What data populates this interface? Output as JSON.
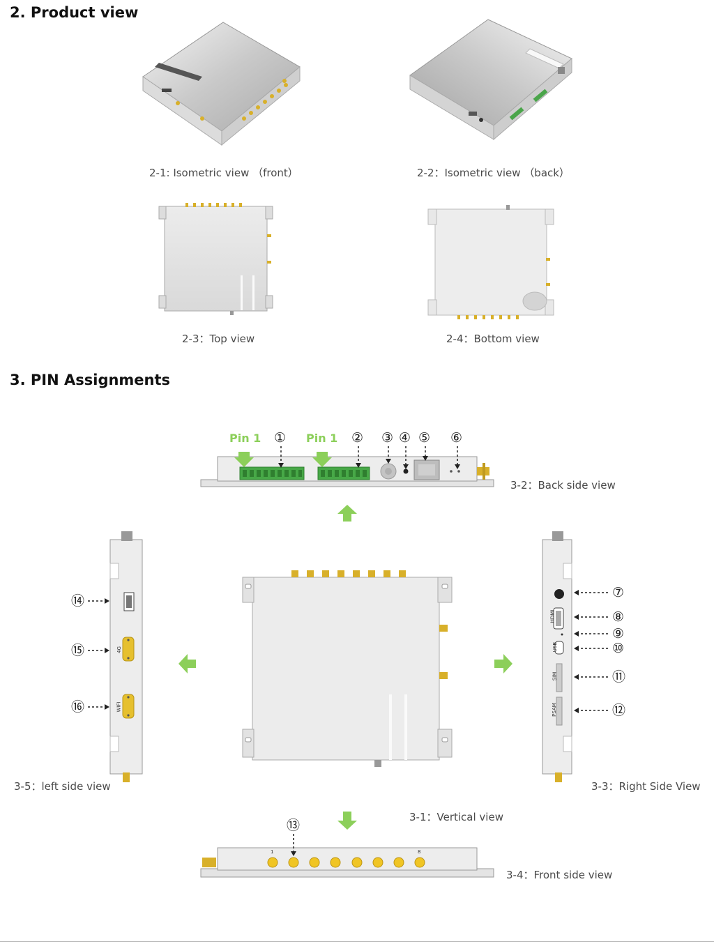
{
  "sections": {
    "product_view": {
      "title": "2. Product view"
    },
    "pin_assignments": {
      "title": "3. PIN Assignments"
    }
  },
  "product_captions": {
    "iso_front": "2-1:  Isometric view  （front）",
    "iso_back": "2-2：Isometric view  （back）",
    "top": "2-3：Top view",
    "bottom": "2-4：Bottom view"
  },
  "pin_captions": {
    "back_side": "3-2：Back side view",
    "left_side": "3-5：left side view",
    "right_side": "3-3：Right Side View",
    "vertical": "3-1：Vertical view",
    "front_side": "3-4：Front side view"
  },
  "pin_labels": {
    "pin1_a": "Pin 1",
    "pin1_b": "Pin 1"
  },
  "callouts": {
    "c1": "①",
    "c2": "②",
    "c3": "③",
    "c4": "④",
    "c5": "⑤",
    "c6": "⑥",
    "c7": "⑦",
    "c8": "⑧",
    "c9": "⑨",
    "c10": "⑩",
    "c11": "⑪",
    "c12": "⑫",
    "c13": "⑬",
    "c14": "⑭",
    "c15": "⑮",
    "c16": "⑯"
  },
  "port_labels": {
    "hdmi": "HDMI",
    "usb": "USB",
    "sim": "SIM",
    "psam": "PSAM",
    "lte": "4G",
    "wifi": "WIFI",
    "ant_first": "1",
    "ant_last": "8"
  },
  "colors": {
    "accent_green": "#8ccf5a",
    "connector_gold": "#e6c02e",
    "terminal_green": "#4bb04b",
    "device_gray": "#e6e6e6"
  }
}
